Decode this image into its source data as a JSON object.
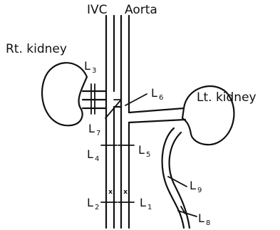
{
  "labels": {
    "ivc": "IVC",
    "aorta": "Aorta",
    "rt_kidney": "Rt. kidney",
    "lt_kidney": "Lt. kidney"
  },
  "levels": [
    {
      "letter": "L",
      "sub": "1"
    },
    {
      "letter": "L",
      "sub": "2"
    },
    {
      "letter": "L",
      "sub": "3"
    },
    {
      "letter": "L",
      "sub": "4"
    },
    {
      "letter": "L",
      "sub": "5"
    },
    {
      "letter": "L",
      "sub": "6"
    },
    {
      "letter": "L",
      "sub": "7"
    },
    {
      "letter": "L",
      "sub": "8"
    },
    {
      "letter": "L",
      "sub": "9"
    }
  ],
  "marks": {
    "ivc_x": "x",
    "aorta_x": "x"
  }
}
